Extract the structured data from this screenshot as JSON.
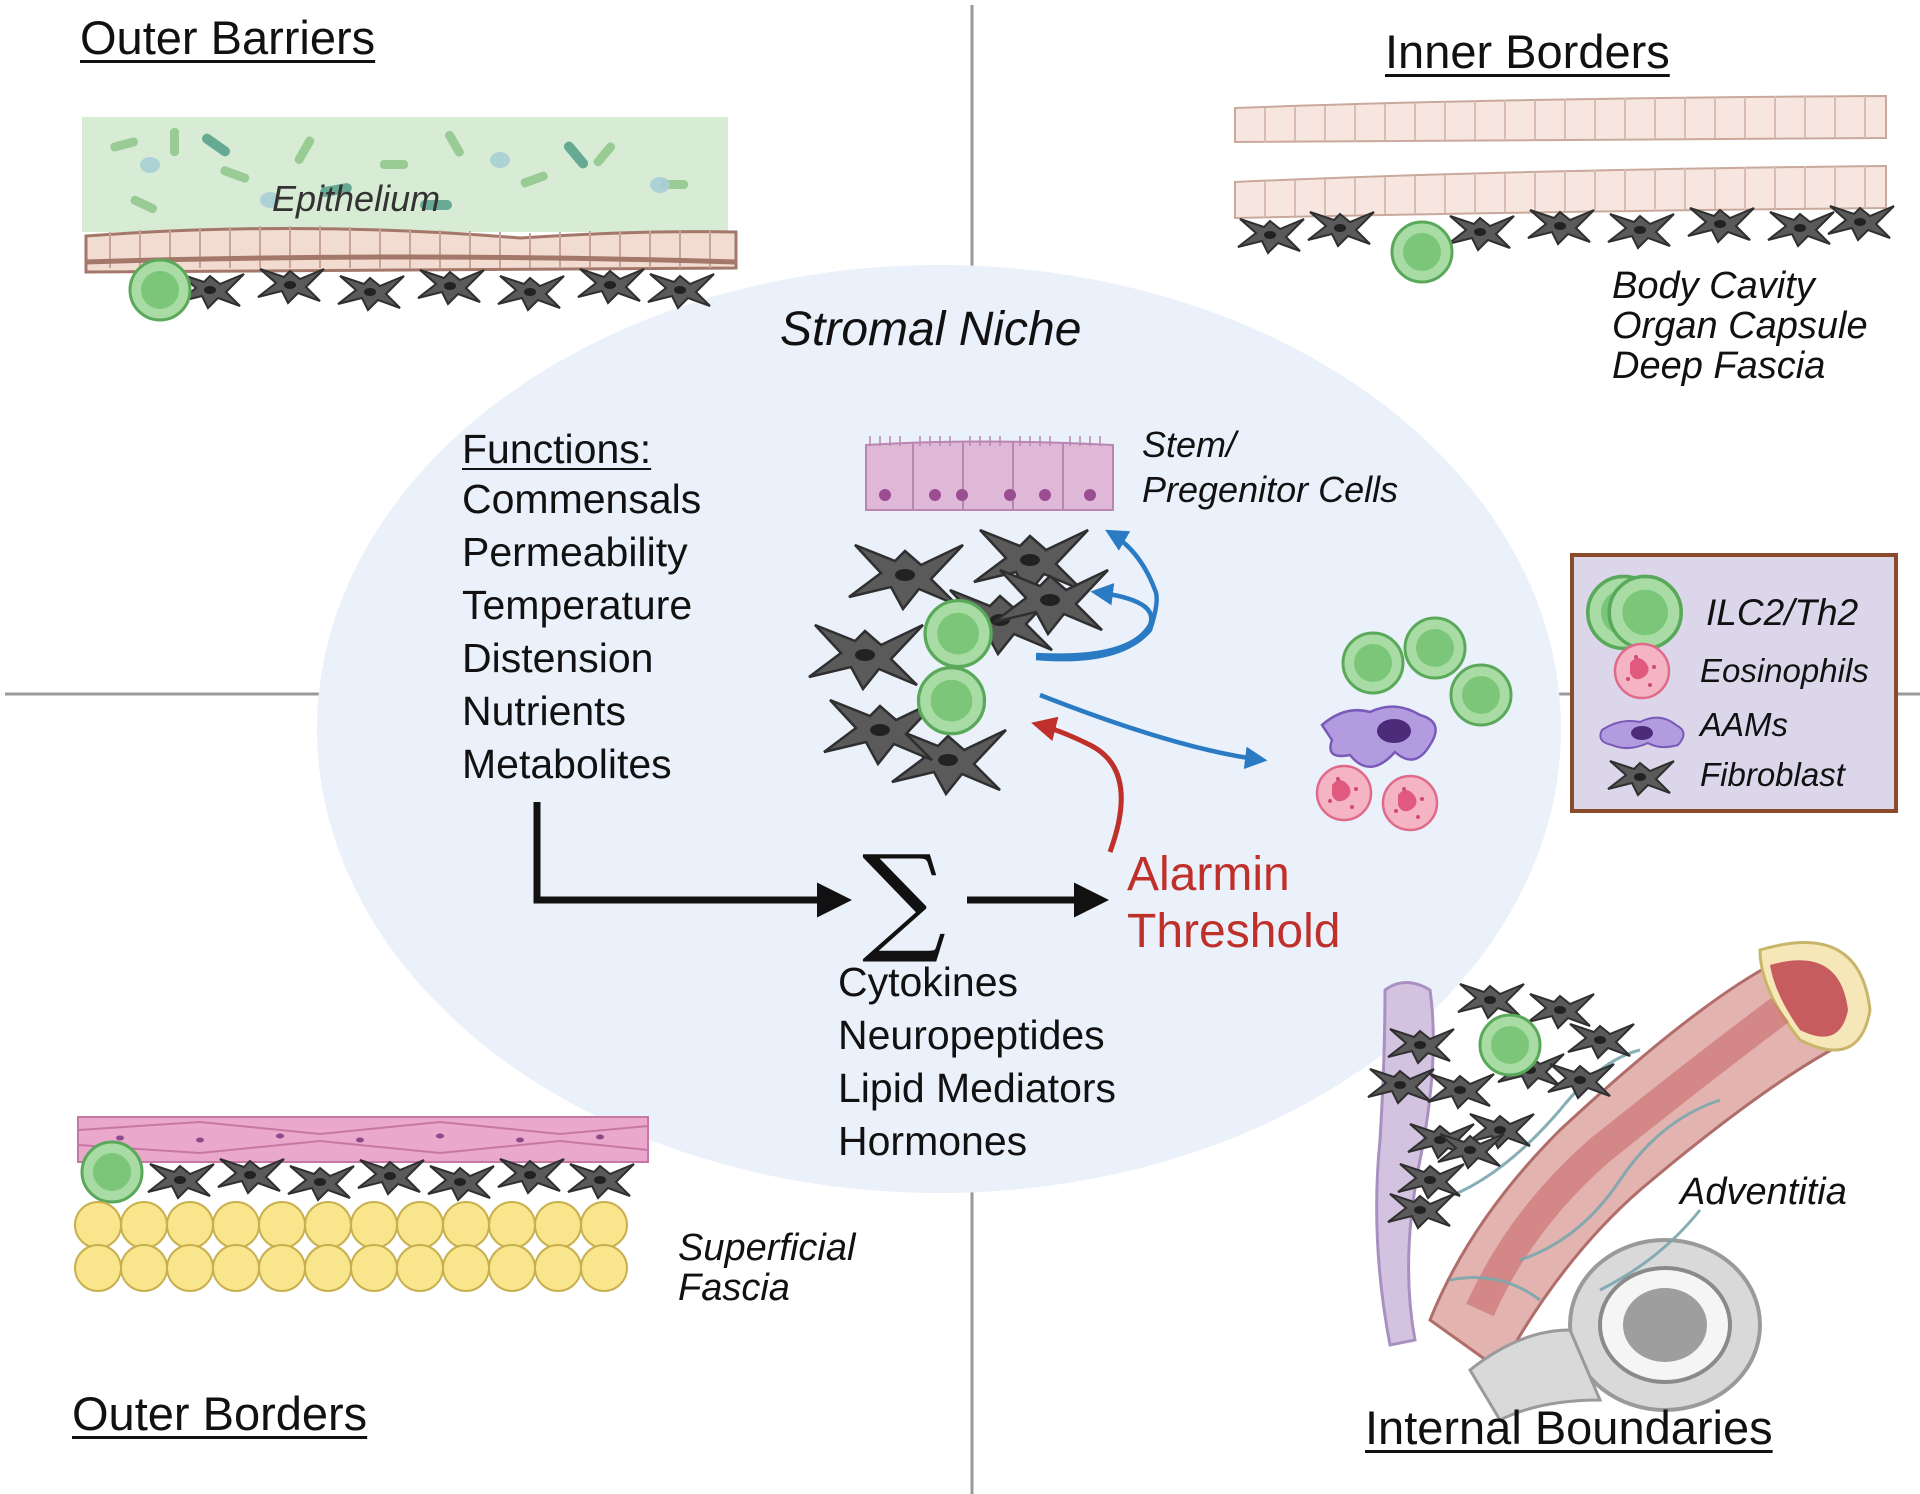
{
  "quadrants": {
    "outer_barriers": {
      "title": "Outer Barriers",
      "tissue_label": "Epithelium"
    },
    "inner_borders": {
      "title": "Inner Borders",
      "locations": [
        "Body Cavity",
        "Organ Capsule",
        "Deep Fascia"
      ]
    },
    "outer_borders": {
      "title": "Outer Borders",
      "tissue_label": "Superficial Fascia",
      "tissue_label_lines": [
        "Superficial",
        "Fascia"
      ]
    },
    "internal_boundaries": {
      "title": "Internal Boundaries",
      "tissue_label": "Adventitia"
    }
  },
  "niche": {
    "title": "Stromal Niche",
    "functions_title": "Functions:",
    "functions": [
      "Commensals",
      "Permeability",
      "Temperature",
      "Distension",
      "Nutrients",
      "Metabolites"
    ],
    "sum_symbol": "∑",
    "signals": [
      "Cytokines",
      "Neuropeptides",
      "Lipid Mediators",
      "Hormones"
    ],
    "alarm_lines": [
      "Alarmin",
      "Threshold"
    ],
    "stem_label_lines": [
      "Stem/",
      "Pregenitor Cells"
    ]
  },
  "legend": {
    "items": [
      {
        "label": "ILC2/Th2",
        "icon": "ilc2-cell-icon"
      },
      {
        "label": "Eosinophils",
        "icon": "eosinophil-icon"
      },
      {
        "label": "AAMs",
        "icon": "macrophage-icon"
      },
      {
        "label": "Fibroblast",
        "icon": "fibroblast-icon"
      }
    ]
  },
  "colors": {
    "niche_fill": "#eaf1fa",
    "alarm_red": "#c0302b",
    "signal_blue": "#2b7bc4",
    "ilc2_green": "#8fd18b",
    "fibroblast_gray": "#555555",
    "legend_bg": "#dcd6ea",
    "legend_border": "#8b4a2b"
  }
}
